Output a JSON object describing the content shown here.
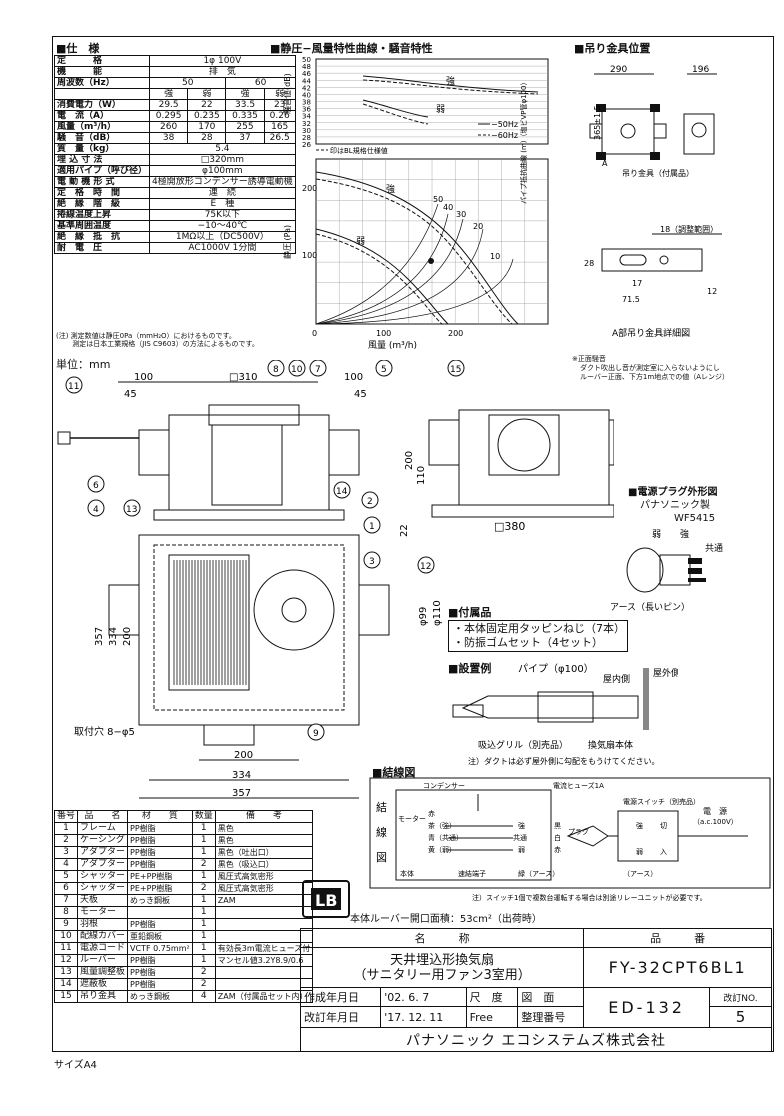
{
  "spec": {
    "title": "■仕　様",
    "rows": [
      {
        "label": "定　　　格",
        "cells": [
          "1φ 100V"
        ]
      },
      {
        "label": "機　　　能",
        "cells": [
          "排　気"
        ]
      },
      {
        "label": "周波数（Hz）",
        "cells": [
          "50",
          "60"
        ]
      },
      {
        "label": "",
        "cells": [
          "強",
          "弱",
          "強",
          "弱"
        ]
      },
      {
        "label": "消費電力（W）",
        "cells": [
          "29.5",
          "22",
          "33.5",
          "23"
        ]
      },
      {
        "label": "電　流（A）",
        "cells": [
          "0.295",
          "0.235",
          "0.335",
          "0.26"
        ]
      },
      {
        "label": "風量（m³/h）",
        "cells": [
          "260",
          "170",
          "255",
          "165"
        ]
      },
      {
        "label": "騒　音（dB）",
        "cells": [
          "38",
          "28",
          "37",
          "26.5"
        ]
      },
      {
        "label": "質　量（kg）",
        "cells": [
          "5.4"
        ]
      },
      {
        "label": "埋 込 寸 法",
        "cells": [
          "□320mm"
        ]
      },
      {
        "label": "適用パイプ（呼び径）",
        "cells": [
          "φ100mm"
        ]
      },
      {
        "label": "電 動 機 形 式",
        "cells": [
          "4極開放形コンデンサー誘導電動機"
        ]
      },
      {
        "label": "定　格　時　間",
        "cells": [
          "連　続"
        ]
      },
      {
        "label": "絶　縁　階　級",
        "cells": [
          "E　種"
        ]
      },
      {
        "label": "捲線温度上昇",
        "cells": [
          "75K以下"
        ]
      },
      {
        "label": "基準周囲温度",
        "cells": [
          "−10〜40℃"
        ]
      },
      {
        "label": "絶　縁　抵　抗",
        "cells": [
          "1MΩ以上（DC500V）"
        ]
      },
      {
        "label": "耐　電　圧",
        "cells": [
          "AC1000V 1分間"
        ]
      }
    ],
    "note1": "(注) 測定数値は静圧0Pa（mmH₂O）におけるものです。",
    "note2": "　　 測定は日本工業規格（JIS C9603）の方法によるものです。"
  },
  "unit_label": "単位：mm",
  "chart_section_title": "■静圧−風量特性曲線・騒音特性",
  "chart_data": {
    "type": "line",
    "noise": {
      "ylabel": "騒音値(dB)",
      "yticks": [
        "50",
        "48",
        "46",
        "44",
        "42",
        "40",
        "38",
        "36",
        "34",
        "32",
        "30",
        "28",
        "26"
      ],
      "legend": [
        "−50Hz",
        "−60Hz"
      ],
      "labels": [
        "強",
        "弱"
      ],
      "note": "印はBL規格仕様値"
    },
    "pressure": {
      "ylabel": "静圧 (Pa)",
      "xlabel": "風量 (m³/h)",
      "xticks": [
        "0",
        "100",
        "200"
      ],
      "yticks": [
        "200",
        "100"
      ],
      "labels": [
        "強",
        "弱"
      ],
      "pipe_labels": [
        "50",
        "40",
        "30",
        "20",
        "10"
      ],
      "pipe_axis": "パイプ抵抗曲線 (m)（塩ビVP管φ100）"
    }
  },
  "hanger": {
    "title": "■吊り金具位置",
    "dims": [
      "290",
      "196",
      "365±1.5",
      "18（調整範囲）",
      "28",
      "17",
      "71.5",
      "12"
    ],
    "labels": [
      "吊り金具（付属品）",
      "A",
      "A部吊り金具詳細図"
    ]
  },
  "measure_note": [
    "※正面騒音",
    "ダクト吹出し音が測定室に入らないようにし",
    "ルーバー正面、下方1m地点での値（Aレンジ）"
  ],
  "drawing": {
    "dims_top": [
      "100",
      "45",
      "□310",
      "100",
      "45"
    ],
    "dims_side": [
      "200",
      "110",
      "22",
      "□380"
    ],
    "dims_bottom": [
      "200",
      "334",
      "357"
    ],
    "dims_left": [
      "357",
      "334",
      "200"
    ],
    "dims_right": [
      "φ99",
      "φ110"
    ],
    "mount_hole": "取付穴 8−φ5",
    "balloons": [
      "1",
      "2",
      "3",
      "4",
      "5",
      "6",
      "7",
      "8",
      "9",
      "10",
      "11",
      "12",
      "13",
      "14",
      "15"
    ]
  },
  "plug": {
    "title": "■電源プラグ外形図",
    "maker": "パナソニック製",
    "model": "WF5415",
    "labels": [
      "弱",
      "強",
      "共通",
      "アース（長いピン）"
    ]
  },
  "accessories": {
    "title": "■付属品",
    "items": [
      "・本体固定用タッピンねじ（7本）",
      "・防振ゴムセット（4セット）"
    ]
  },
  "install": {
    "title": "■設置例",
    "labels": [
      "パイプ（φ100）",
      "屋内側",
      "屋外側",
      "吸込グリル（別売品）",
      "換気扇本体"
    ],
    "note": "注）ダクトは必ず屋外側に勾配をもうけてください。"
  },
  "wiring": {
    "title": "■結線図",
    "side": [
      "結",
      "線",
      "図"
    ],
    "labels": [
      "コンデンサー",
      "電流ヒューズ1A",
      "モーター",
      "赤",
      "茶（強）",
      "青（共通）",
      "黄（弱）",
      "強",
      "共通",
      "弱",
      "黒",
      "白",
      "赤",
      "プラグ",
      "電源スイッチ（別売品）",
      "電　源",
      "（a.c.100V）",
      "強",
      "切",
      "弱",
      "入",
      "本体",
      "速結端子",
      "緑（アース）",
      "（アース）"
    ],
    "note": "注）スイッチ1個で複数台運転する場合は別途リレーユニットが必要です。"
  },
  "louver_area": "本体ルーバー開口面積：53cm²（出荷時）",
  "parts": {
    "headers": [
      "番号",
      "品　　名",
      "材　　質",
      "数量",
      "備　　考"
    ],
    "rows": [
      [
        "1",
        "フレーム",
        "PP樹脂",
        "1",
        "黒色"
      ],
      [
        "2",
        "ケーシング",
        "PP樹脂",
        "1",
        "黒色"
      ],
      [
        "3",
        "アダプター",
        "PP樹脂",
        "1",
        "黒色（吐出口）"
      ],
      [
        "4",
        "アダプター",
        "PP樹脂",
        "2",
        "黒色（吸込口）"
      ],
      [
        "5",
        "シャッター",
        "PE+PP樹脂",
        "1",
        "風圧式高気密形"
      ],
      [
        "6",
        "シャッター",
        "PE+PP樹脂",
        "2",
        "風圧式高気密形"
      ],
      [
        "7",
        "天板",
        "めっき鋼板",
        "1",
        "ZAM"
      ],
      [
        "8",
        "モーター",
        "",
        "1",
        ""
      ],
      [
        "9",
        "羽根",
        "PP樹脂",
        "1",
        ""
      ],
      [
        "10",
        "配線カバー",
        "亜鉛鋼板",
        "1",
        ""
      ],
      [
        "11",
        "電源コード",
        "VCTF 0.75mm²",
        "1",
        "有効長3m電流ヒューズ付"
      ],
      [
        "12",
        "ルーバー",
        "PP樹脂",
        "1",
        "マンセル値3.2Y8.9/0.6"
      ],
      [
        "13",
        "風量調整板",
        "PP樹脂",
        "2",
        ""
      ],
      [
        "14",
        "遮蔽板",
        "PP樹脂",
        "2",
        ""
      ],
      [
        "15",
        "吊り金具",
        "めっき鋼板",
        "4",
        "ZAM（付属品セット内）"
      ]
    ]
  },
  "titleblock": {
    "name_header": "名　　　称",
    "part_header": "品　　　番",
    "name_line1": "天井埋込形換気扇",
    "name_line2": "（サニタリー用ファン3室用）",
    "part_no": "FY-32CPT6BL1",
    "created_label": "作成年月日",
    "created": "'02. 6. 7",
    "scale_label": "尺　度",
    "drawing_label": "図　面",
    "revised_label": "改訂年月日",
    "revised": "'17. 12. 11",
    "scale": "Free",
    "number_label": "整理番号",
    "doc_no": "ED-132",
    "rev_label": "改訂NO.",
    "rev": "5",
    "company": "パナソニック エコシステムズ株式会社"
  },
  "size_label": "サイズA4"
}
